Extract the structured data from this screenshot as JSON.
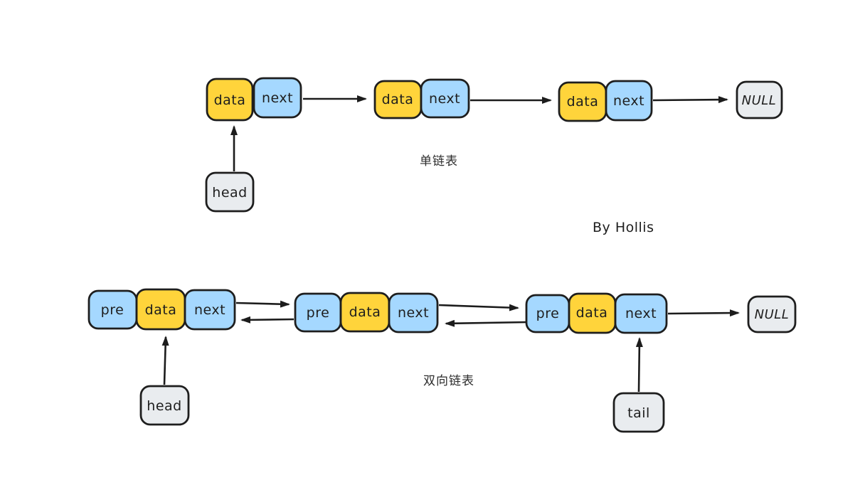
{
  "colors": {
    "box_stroke": "#1e1e1e",
    "data_fill": "#ffd43b",
    "pointer_fill": "#a5d8ff",
    "ref_fill": "#e9ecef",
    "arrow_color": "#1c1c1c",
    "caption_color": "#2d2d2d"
  },
  "credit": "By Hollis",
  "singly": {
    "caption": "单链表",
    "head_label": "head",
    "null_label": "NULL",
    "nodes": [
      {
        "data": "data",
        "next": "next"
      },
      {
        "data": "data",
        "next": "next"
      },
      {
        "data": "data",
        "next": "next"
      }
    ]
  },
  "doubly": {
    "caption": "双向链表",
    "head_label": "head",
    "tail_label": "tail",
    "null_label": "NULL",
    "nodes": [
      {
        "pre": "pre",
        "data": "data",
        "next": "next"
      },
      {
        "pre": "pre",
        "data": "data",
        "next": "next"
      },
      {
        "pre": "pre",
        "data": "data",
        "next": "next"
      }
    ]
  }
}
